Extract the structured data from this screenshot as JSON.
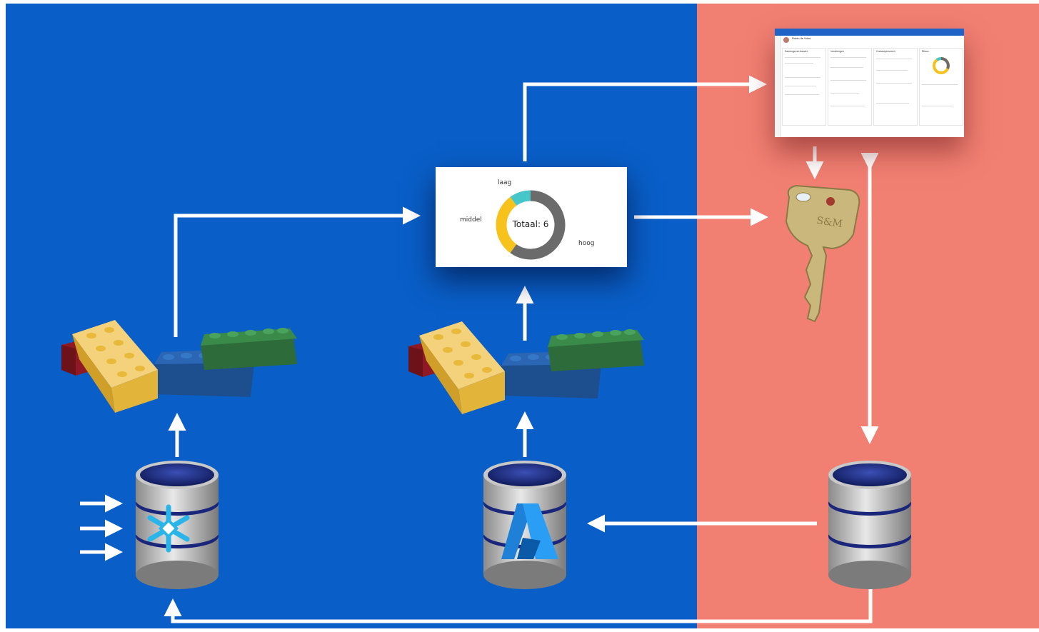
{
  "colors": {
    "left_panel": "#095ec7",
    "right_panel": "#f17f72",
    "arrow": "#ffffff",
    "donut_high": "#6b6b6b",
    "donut_mid": "#f7c21b",
    "donut_low": "#47c6c9"
  },
  "donut_card": {
    "total_label": "Totaal: 6",
    "segments": [
      {
        "label": "laag",
        "share": 0.1
      },
      {
        "label": "middel",
        "share": 0.3
      },
      {
        "label": "hoog",
        "share": 0.6
      }
    ]
  },
  "app_screenshot": {
    "title": "Robin de Vries",
    "columns": [
      "Samengevat dossier",
      "Vorderingen",
      "Contactpersonen",
      "Risico"
    ]
  },
  "icons": {
    "key": "key-icon",
    "snowflake": "snowflake-logo-icon",
    "azure": "azure-logo-icon",
    "database": "database-icon",
    "lego": "lego-bricks-icon"
  }
}
